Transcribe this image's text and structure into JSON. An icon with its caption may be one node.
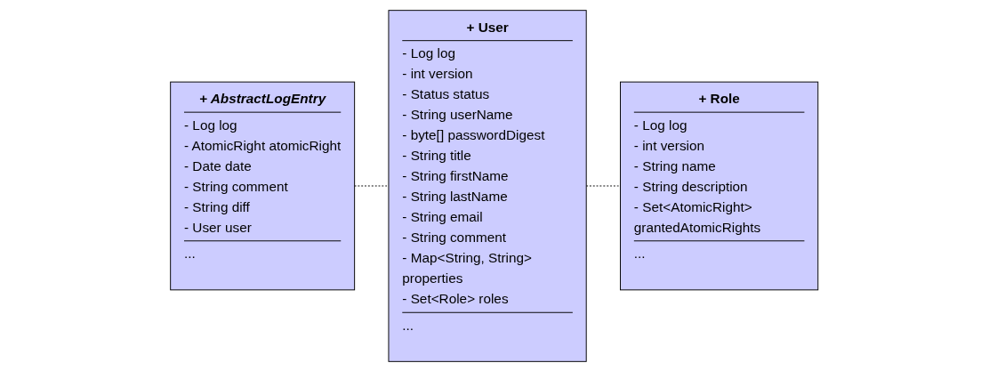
{
  "diagram": {
    "nodes": [
      {
        "text": [
          "+ AbstractLogEntry",
          "- Log log",
          "- AtomicRight atomicRight",
          "- Date date",
          "- String comment",
          "- String diff",
          "- User user",
          "..."
        ]
      },
      {
        "text": [
          "+ User",
          "- Log log",
          "- int version",
          "- Status status",
          "- String userName",
          "- byte[] passwordDigest",
          "- String title",
          "- String firstName",
          "- String lastName",
          "- String email",
          "- String comment",
          "- Map<String, String> properties",
          "- Set<Role> roles",
          "..."
        ]
      },
      {
        "text": [
          "+ Role",
          "- Log log",
          "- int version",
          "- String name",
          "- String description",
          "- Set<AtomicRight> grantedAtomicRights",
          "..."
        ]
      }
    ],
    "edges": [
      {
        "from": 0,
        "to": 1,
        "arrow": "none",
        "style": "dashed"
      },
      {
        "from": 1,
        "to": 2,
        "arrow": "none",
        "style": "dashed"
      }
    ]
  }
}
